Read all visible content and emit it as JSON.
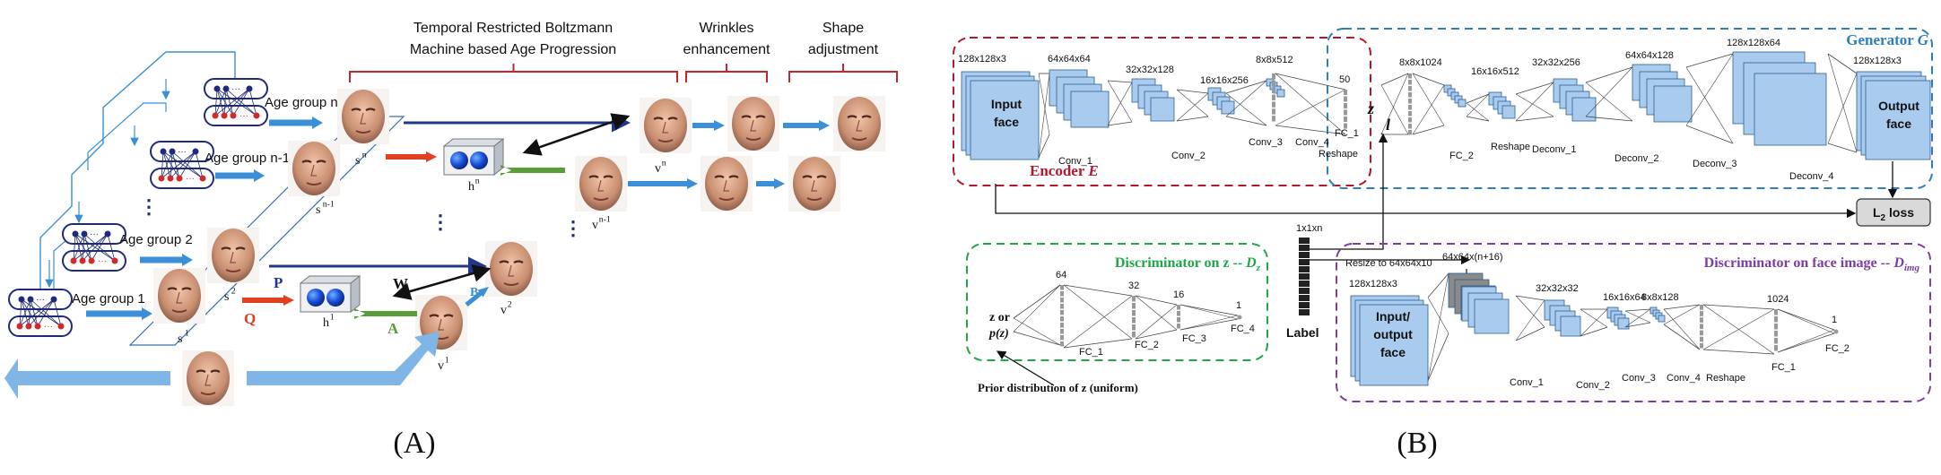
{
  "panel_a": {
    "label": "(A)",
    "header_trbm": [
      "Temporal Restricted Boltzmann",
      "Machine based Age Progression"
    ],
    "header_wrinkles": [
      "Wrinkles",
      "enhancement"
    ],
    "header_shape": [
      "Shape",
      "adjustment"
    ],
    "age_groups": [
      "Age group n",
      "Age group n-1",
      "Age group 2",
      "Age group 1"
    ],
    "s_labels": {
      "sn": "s",
      "sn_sup": "n",
      "sn1": "s",
      "sn1_sup": "n-1",
      "s2": "s",
      "s2_sup": "2",
      "s1": "s",
      "s1_sup": "1"
    },
    "h_labels": {
      "hn": "h",
      "hn_sup": "n",
      "h1": "h",
      "h1_sup": "1"
    },
    "v_labels": {
      "vn": "v",
      "vn_sup": "n",
      "vn1": "v",
      "vn1_sup": "n-1",
      "v2": "v",
      "v2_sup": "2",
      "v1": "v",
      "v1_sup": "1"
    },
    "letters": {
      "P": "P",
      "Q": "Q",
      "W": "W",
      "A": "A",
      "B": "B"
    }
  },
  "panel_b": {
    "label": "(B)",
    "encoder_title": "Encoder ",
    "encoder_symbol": "E",
    "generator_title": "Generator ",
    "generator_symbol": "G",
    "disc_z_title": "Discriminator on z -- ",
    "disc_z_symbol": "D",
    "disc_z_sub": "z",
    "disc_img_title": "Discriminator on face image -- ",
    "disc_img_symbol": "D",
    "disc_img_sub": "img",
    "input_face": [
      "Input",
      "face"
    ],
    "output_face": [
      "Output",
      "face"
    ],
    "io_face": [
      "Input/",
      "output",
      "face"
    ],
    "encoder_dims": [
      "128x128x3",
      "64x64x64",
      "32x32x128",
      "16x16x256",
      "8x8x512",
      "50"
    ],
    "encoder_layers": [
      "Conv_1",
      "Conv_2",
      "Conv_3",
      "Conv_4",
      "Reshape",
      "FC_1"
    ],
    "generator_dims": [
      "8x8x1024",
      "16x16x512",
      "32x32x256",
      "64x64x128",
      "128x128x64",
      "128x128x3"
    ],
    "generator_layers": [
      "FC_2",
      "Reshape",
      "Deconv_1",
      "Deconv_2",
      "Deconv_3",
      "Deconv_4"
    ],
    "z_symbol": "z",
    "l_symbol": "l",
    "l2_loss": "L",
    "l2_sub": "2",
    "l2_rest": " loss",
    "label_dim": "1x1xn",
    "label_text": "Label",
    "dz_dims": [
      "64",
      "32",
      "16",
      "1"
    ],
    "dz_layers": [
      "FC_1",
      "FC_2",
      "FC_3",
      "FC_4"
    ],
    "dz_input": [
      "z or",
      "p(z)"
    ],
    "prior_text": "Prior distribution of z (uniform)",
    "dimg_resize": "Resize to 64x64x10",
    "dimg_concat": "64x64x(n+16)",
    "dimg_dims": [
      "128x128x3",
      "32x32x32",
      "16x16x64",
      "8x8x128",
      "1024",
      "1"
    ],
    "dimg_layers": [
      "Conv_1",
      "Conv_2",
      "Conv_3",
      "Conv_4",
      "Reshape",
      "FC_1",
      "FC_2"
    ]
  },
  "colors": {
    "arrow_blue": "#3b8fd6",
    "arrow_red": "#e04020",
    "arrow_green": "#5a9e3a",
    "arrow_navy": "#23368e",
    "bracket_red": "#c0282d",
    "encoder_red": "#b3182f",
    "generator_blue": "#2b7fc1",
    "disc_green": "#1fa74a",
    "disc_purple": "#7b3fa0",
    "block_blue": "#a9cbee",
    "block_edge": "#2d5f8f",
    "rbm_red": "#d12a2a",
    "rbm_navy": "#1f2a7c"
  }
}
